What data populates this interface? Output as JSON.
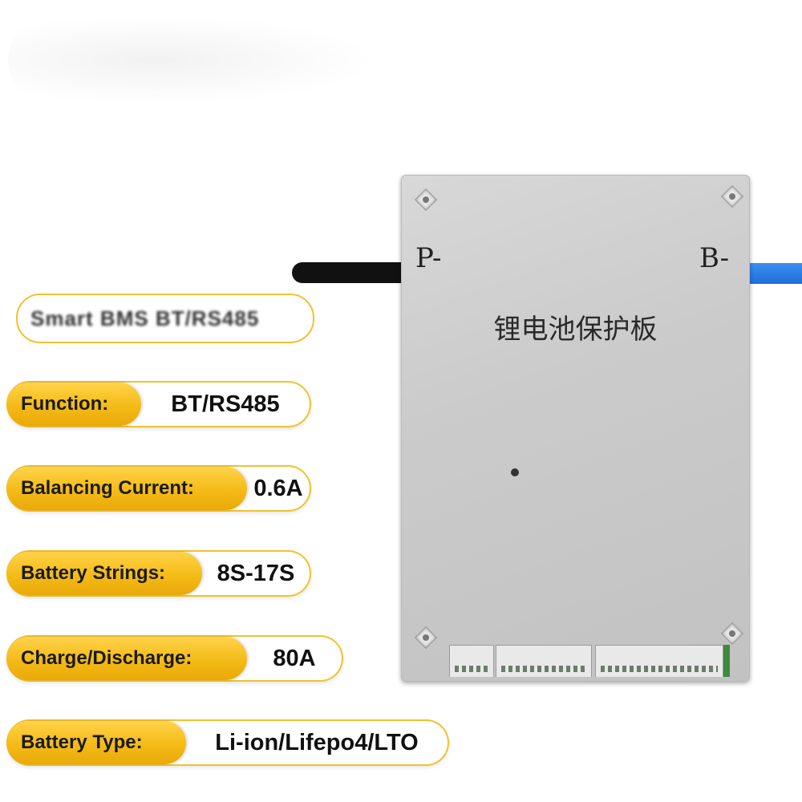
{
  "header_blurred_text": "Smart BMS BT/RS485",
  "specs": [
    {
      "label": "Function:",
      "value": "BT/RS485"
    },
    {
      "label": "Balancing Current:",
      "value": "0.6A"
    },
    {
      "label": "Battery Strings:",
      "value": "8S-17S"
    },
    {
      "label": "Charge/Discharge:",
      "value": "80A"
    },
    {
      "label": "Battery Type:",
      "value": "Li-ion/Lifepo4/LTO"
    }
  ],
  "board": {
    "title": "锂电池保护板",
    "terminal_left": "P-",
    "terminal_right": "B-"
  },
  "colors": {
    "accent": "#f4bb16",
    "cable_blue": "#1f6fd8",
    "cable_black": "#111111"
  }
}
